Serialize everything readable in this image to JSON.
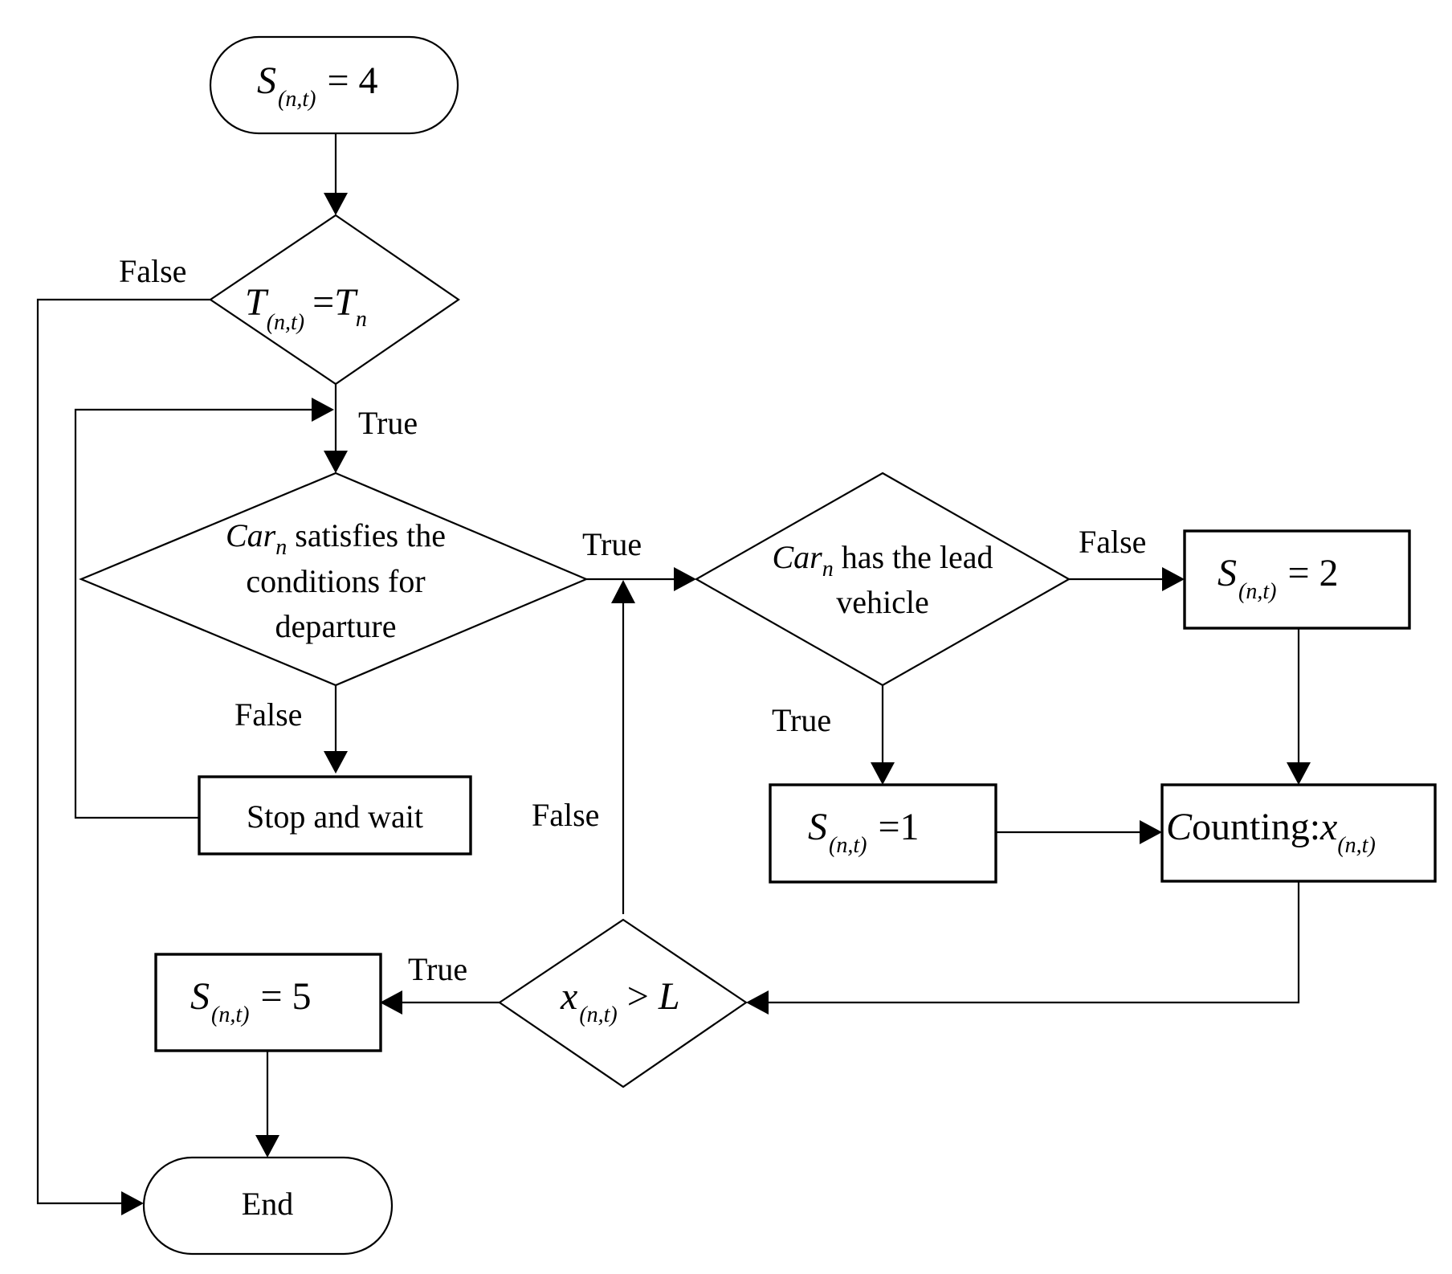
{
  "nodes": {
    "start": {
      "var": "S",
      "sub": "(n,t)",
      "op": "= 4"
    },
    "check_time": {
      "var": "T",
      "sub": "(n,t)",
      "op": "=",
      "rhs": "T",
      "rhs_sub": "n"
    },
    "departure": {
      "var": "Car",
      "sub": "n",
      "line1_rest": " satisfies the",
      "line2": "conditions for",
      "line3": "departure"
    },
    "stop_wait": {
      "label": "Stop and wait"
    },
    "lead": {
      "var": "Car",
      "sub": "n",
      "line1_rest": " has the lead",
      "line2": "vehicle"
    },
    "s2": {
      "var": "S",
      "sub": "(n,t)",
      "op": "= 2"
    },
    "s1": {
      "var": "S",
      "sub": "(n,t)",
      "op": "=1"
    },
    "counting": {
      "prefix_c": "C",
      "prefix_rest": "ounting:",
      "var": "x",
      "sub": "(n,t)"
    },
    "compare": {
      "var": "x",
      "sub": "(n,t)",
      "op": " > ",
      "rhs": "L"
    },
    "s5": {
      "var": "S",
      "sub": "(n,t)",
      "op": "= 5"
    },
    "end": {
      "label": "End"
    }
  },
  "edge_labels": {
    "time_false": "False",
    "time_true": "True",
    "departure_true": "True",
    "departure_false": "False",
    "lead_false": "False",
    "lead_true": "True",
    "compare_false": "False",
    "compare_true": "True"
  }
}
